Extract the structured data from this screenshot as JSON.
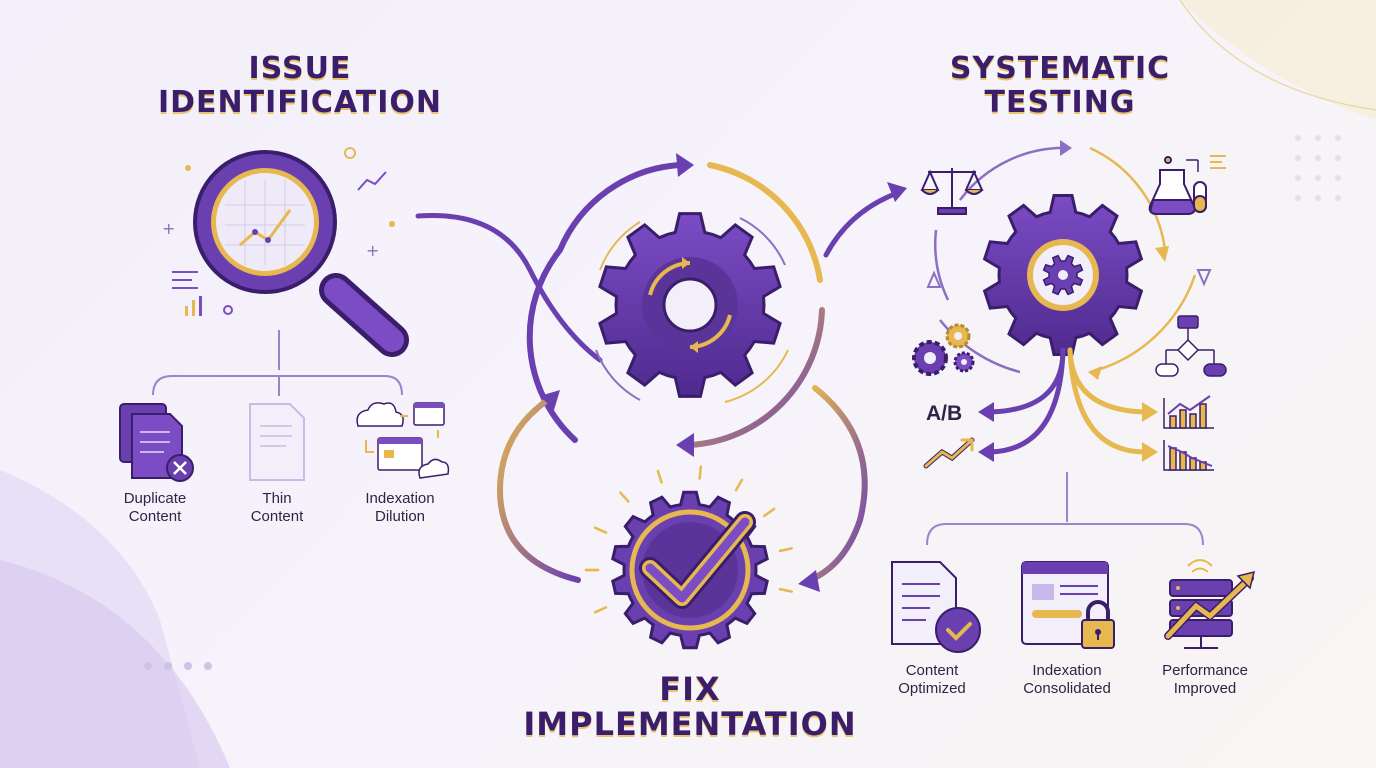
{
  "titles": {
    "issue_line1": "ISSUE",
    "issue_line2": "IDENTIFICATION",
    "testing_line1": "SYSTEMATIC",
    "testing_line2": "TESTING",
    "fix_line1": "FIX",
    "fix_line2": "IMPLEMENTATION"
  },
  "issues": [
    {
      "line1": "Duplicate",
      "line2": "Content",
      "icon": "duplicate-document-icon"
    },
    {
      "line1": "Thin",
      "line2": "Content",
      "icon": "thin-document-icon"
    },
    {
      "line1": "Indexation",
      "line2": "Dilution",
      "icon": "indexation-dilution-icon"
    }
  ],
  "testing": {
    "ab_label": "A/B",
    "icons": [
      "balance-scale-icon",
      "flask-icon",
      "flowchart-icon",
      "small-gears-icon",
      "bar-chart-up-icon",
      "bar-chart-down-icon",
      "trend-up-icon"
    ]
  },
  "results": [
    {
      "line1": "Content",
      "line2": "Optimized",
      "icon": "document-check-icon"
    },
    {
      "line1": "Indexation",
      "line2": "Consolidated",
      "icon": "browser-lock-icon"
    },
    {
      "line1": "Performance",
      "line2": "Improved",
      "icon": "server-growth-icon"
    }
  ],
  "colors": {
    "purple": "#6a3fb0",
    "purple_dark": "#3a1e6b",
    "purple_light": "#b9a4de",
    "gold": "#e6b84f",
    "gold_light": "#f2d78f"
  }
}
